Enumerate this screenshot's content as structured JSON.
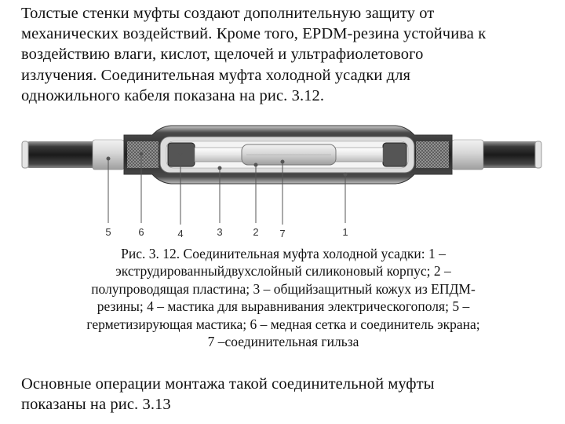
{
  "intro_lines": [
    "Толстые стенки муфты создают дополнительную защиту от",
    "механических воздействий. Кроме того, EPDM-резина устойчива к",
    "воздействию влаги, кислот, щелочей и ультрафиолетового",
    "излучения. Соединительная муфта холодной усадки для",
    "одножильного кабеля показана на рис. 3.12."
  ],
  "figure": {
    "callouts": [
      {
        "label": "5"
      },
      {
        "label": "6"
      },
      {
        "label": "4"
      },
      {
        "label": "3"
      },
      {
        "label": "2"
      },
      {
        "label": "7"
      },
      {
        "label": "1"
      }
    ]
  },
  "caption_lines": [
    "Рис. 3. 12. Соединительная муфта холодной усадки: 1 –",
    "экструдированныйдвухслойный силиконовый корпус; 2 –",
    "полупроводящая пластина; 3 – общийзащитный кожух из ЕПДМ-",
    "резины; 4 – мастика для выравнивания электрическогополя; 5 –",
    "герметизирующая мастика; 6 – медная сетка и соединитель экрана;",
    "7 –соединительная гильза"
  ],
  "outro_lines": [
    "Основные операции монтажа такой соединительной муфты",
    "показаны на рис. 3.13"
  ]
}
